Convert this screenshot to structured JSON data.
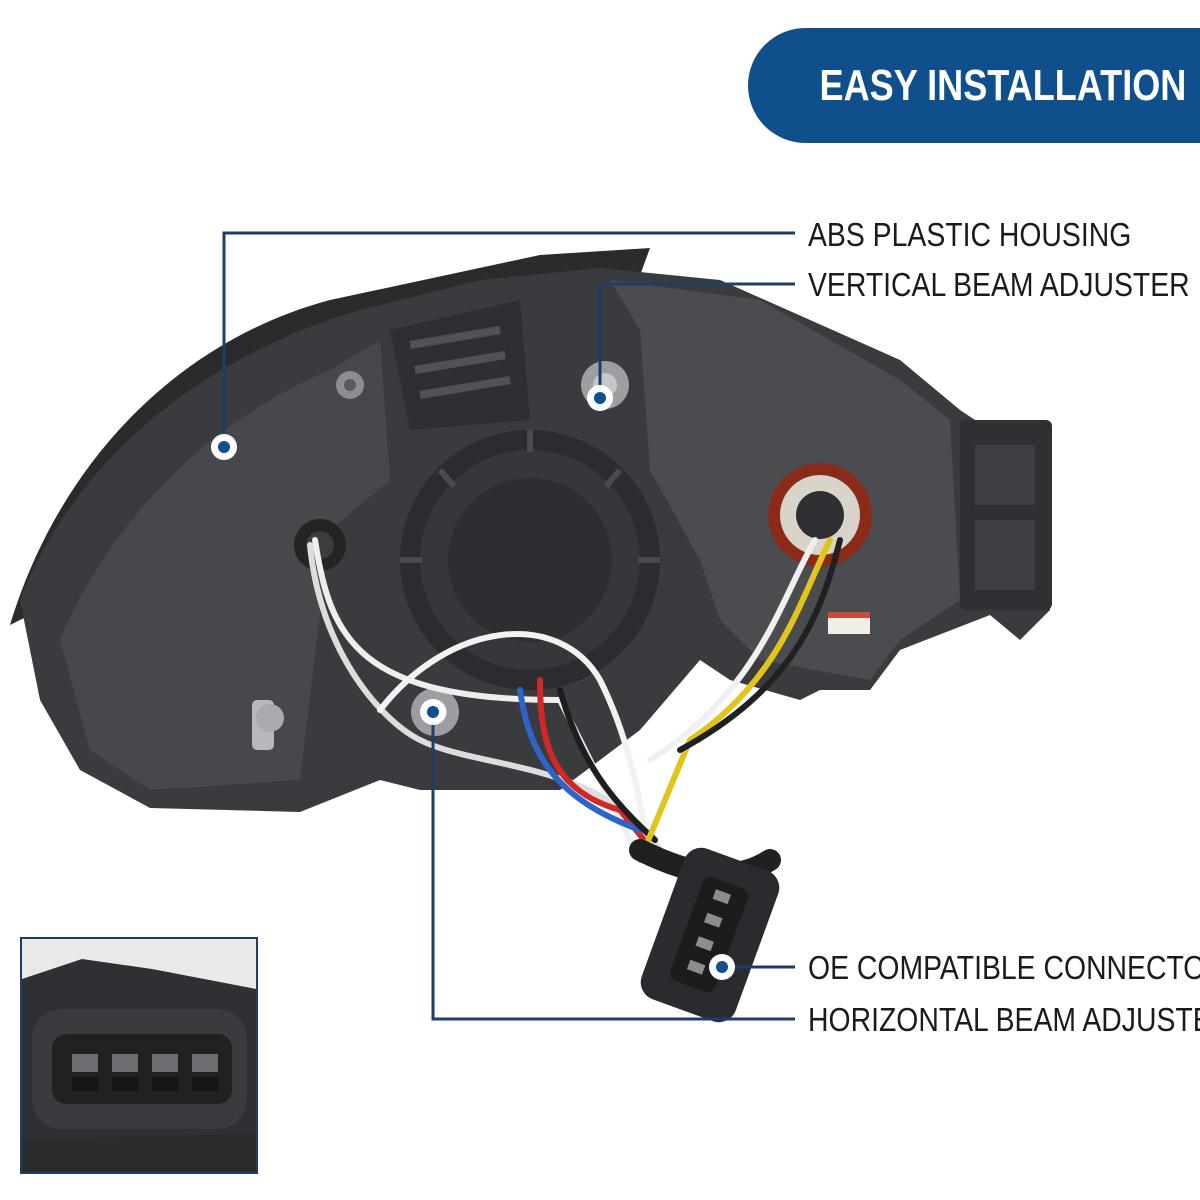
{
  "banner": {
    "title": "EASY INSTALLATION"
  },
  "callouts": [
    {
      "id": "housing",
      "label": "ABS PLASTIC HOUSING"
    },
    {
      "id": "vertical",
      "label": "VERTICAL BEAM ADJUSTER"
    },
    {
      "id": "connector",
      "label": "OE COMPATIBLE CONNECTOR"
    },
    {
      "id": "horizontal",
      "label": "HORIZONTAL BEAM ADJUSTER"
    }
  ],
  "colors": {
    "accent": "#0f4f8c",
    "callout_line": "#1d3e66",
    "housing": "#3c3d3f",
    "housing_dark": "#26272a",
    "housing_light": "#55575a"
  },
  "icons": [
    "callout-dot-icon",
    "connector-pins-icon"
  ]
}
